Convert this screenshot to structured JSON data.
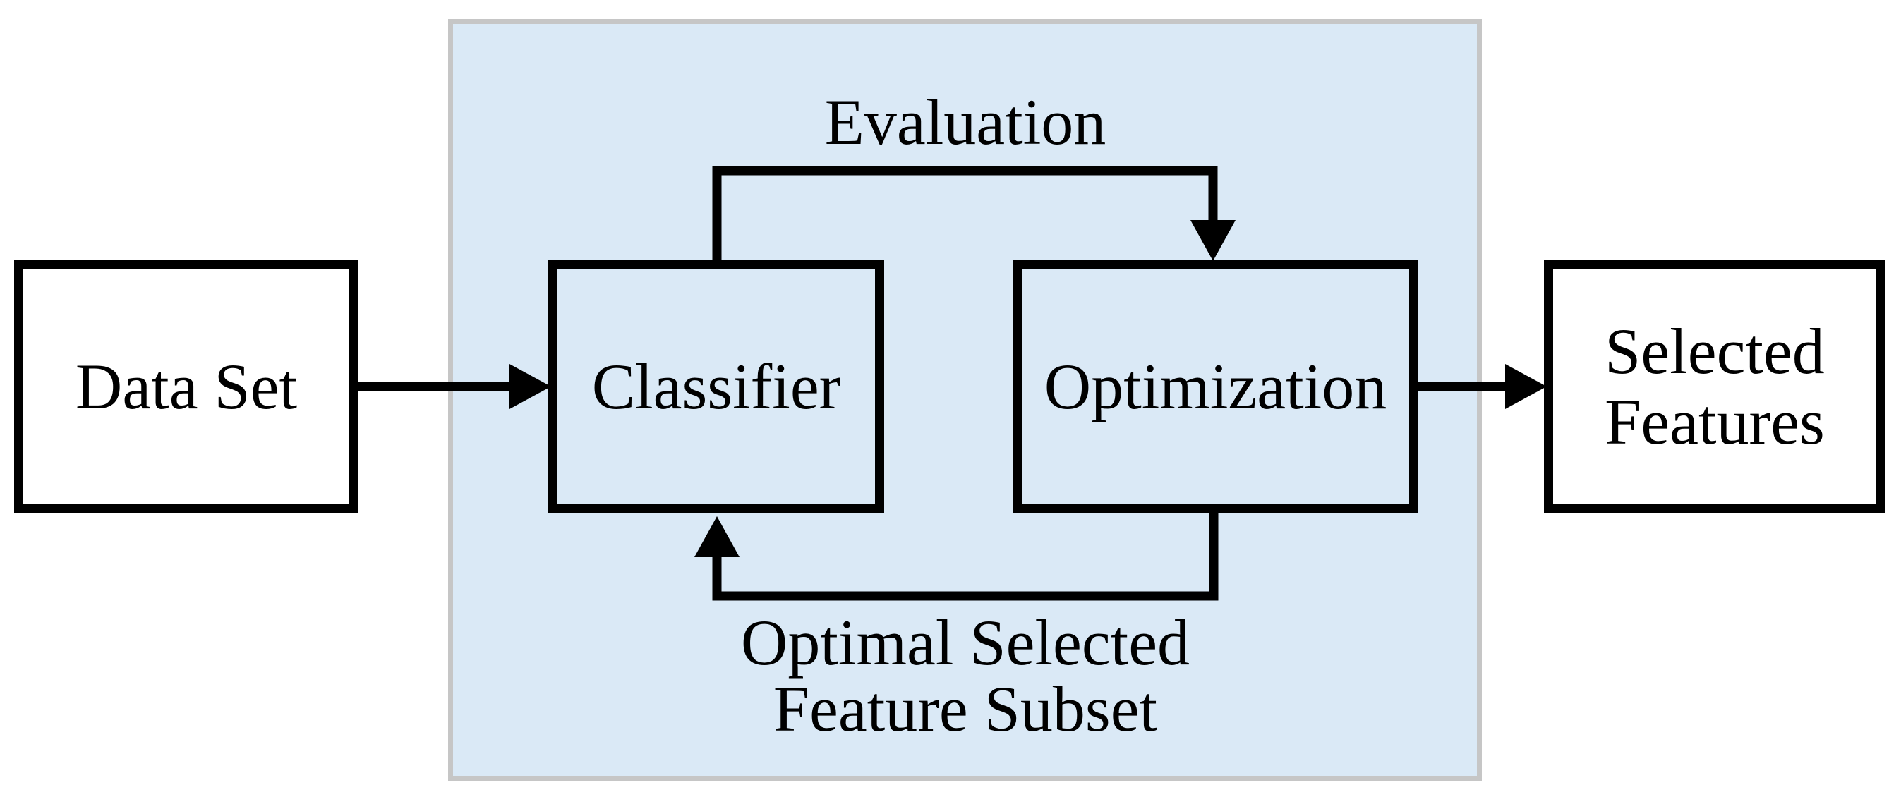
{
  "figure": {
    "type": "flow-diagram",
    "description_nodes": {
      "data_set": {
        "label": "Data Set"
      },
      "classifier": {
        "label": "Classifier"
      },
      "optimization": {
        "label": "Optimization"
      },
      "selected_features": {
        "line1": "Selected",
        "line2": "Features"
      }
    },
    "edges": {
      "evaluation": {
        "label": "Evaluation"
      },
      "feedback": {
        "line1": "Optimal Selected",
        "line2": "Feature Subset"
      }
    },
    "colors": {
      "panel_fill": "#dae9f6",
      "panel_border": "#c6c6c6",
      "box_fill": "#ffffff",
      "line": "#000000",
      "text": "#000000"
    }
  }
}
